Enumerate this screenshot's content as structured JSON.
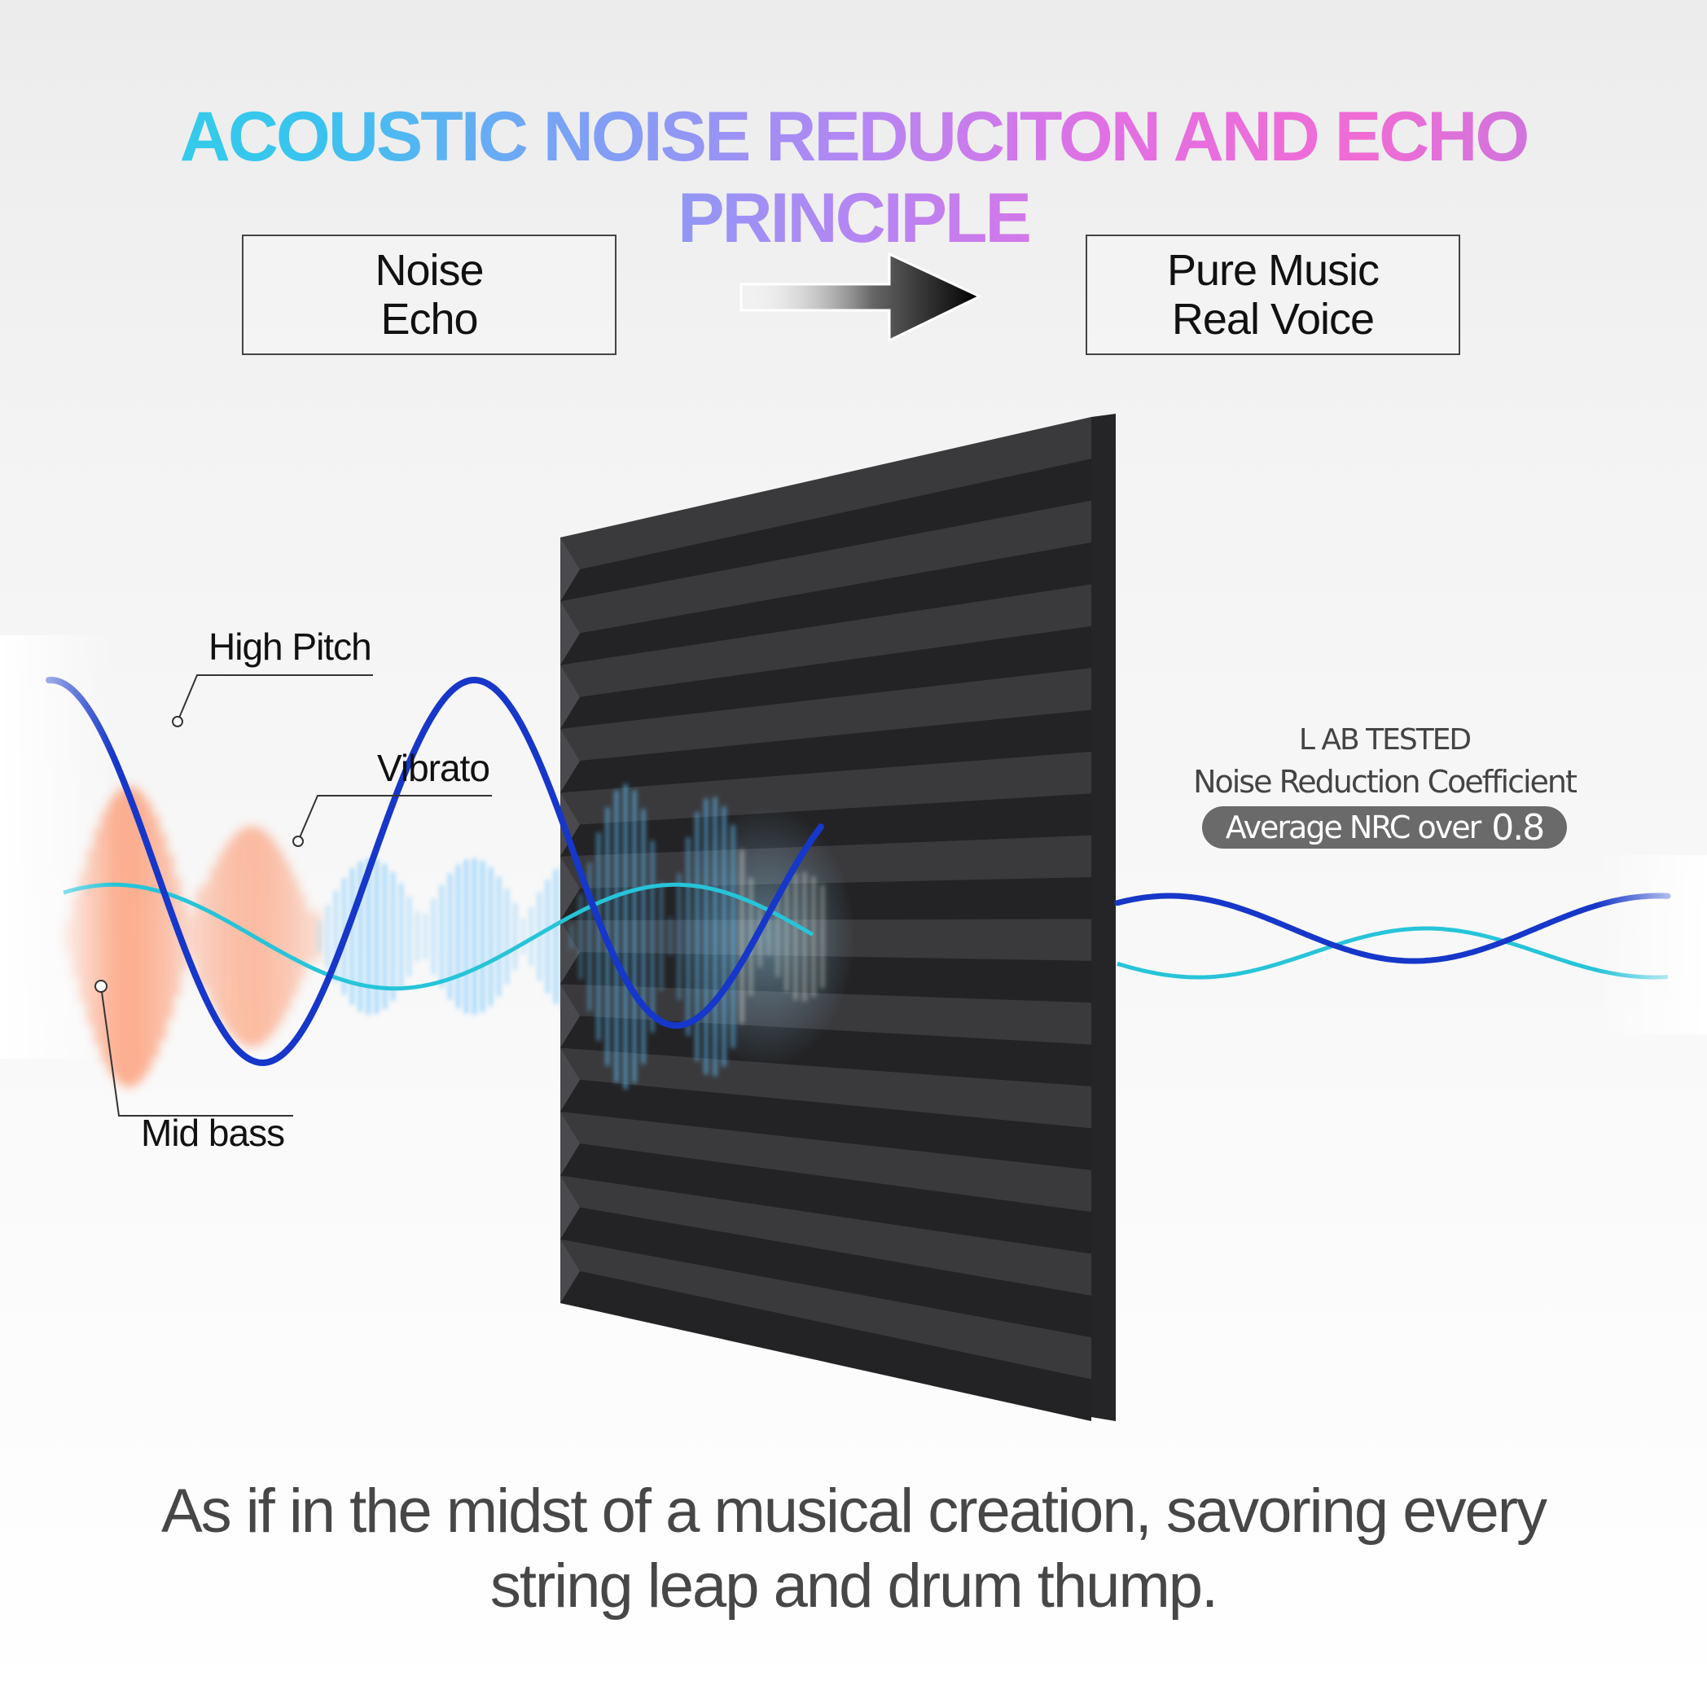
{
  "title": "ACOUSTIC NOISE REDUCITON AND ECHO PRINCIPLE",
  "before_box": {
    "line1": "Noise",
    "line2": "Echo"
  },
  "after_box": {
    "line1": "Pure Music",
    "line2": "Real Voice"
  },
  "arrow_icon": "arrow-right-icon",
  "wave_labels": {
    "high_pitch": "High Pitch",
    "vibrato": "Vibrato",
    "mid_bass": "Mid bass"
  },
  "lab": {
    "line1": "L AB TESTED",
    "line2": "Noise Reduction Coefficient",
    "badge_text": "Average NRC over",
    "badge_value": "0.8"
  },
  "caption": {
    "line1": "As if in the midst of a musical creation, savoring every",
    "line2": "string leap and drum thump."
  },
  "colors": {
    "title_gradient": [
      "#2fd6e4",
      "#7aa2f6",
      "#e46fe2",
      "#ad7ee8"
    ],
    "wave_dark_blue": "#1637c9",
    "wave_cyan": "#27c4d8",
    "bass_orange": "#ff6a30",
    "vibrato_light_blue": "#5bbcff",
    "foam": "#2c2c2e"
  }
}
